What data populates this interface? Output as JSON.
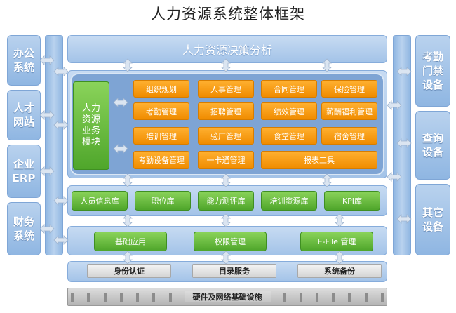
{
  "title": "人力资源系统整体框架",
  "left_boxes": [
    "办公\n系统",
    "人才\n网站",
    "企业\nERP",
    "财务\n系统"
  ],
  "right_boxes": [
    "考勤\n门禁\n设备",
    "查询\n设备",
    "其它\n设备"
  ],
  "decision_band": "人力资源决策分析",
  "module_box": "人力\n资源\n业务\n模块",
  "modules": [
    "组织规划",
    "人事管理",
    "合同管理",
    "保险管理",
    "考勤管理",
    "招聘管理",
    "绩效管理",
    "薪酬福利管理",
    "培训管理",
    "验厂管理",
    "食堂管理",
    "宿舍管理",
    "考勤设备管理",
    "一卡通管理",
    "报表工具"
  ],
  "databases": [
    "人员信息库",
    "职位库",
    "能力测评库",
    "培训资源库",
    "KPI库"
  ],
  "services": [
    "基础应用",
    "权限管理",
    "E-File 管理"
  ],
  "base": [
    "身份认证",
    "目录服务",
    "系统备份"
  ],
  "infrastructure": "硬件及网络基础设施",
  "colors": {
    "blue_band": "#a3c3e8",
    "panel": "#7ea4d4",
    "orange": "#f39a10",
    "green": "#5bb133",
    "arrow": "#c9d6e6"
  }
}
